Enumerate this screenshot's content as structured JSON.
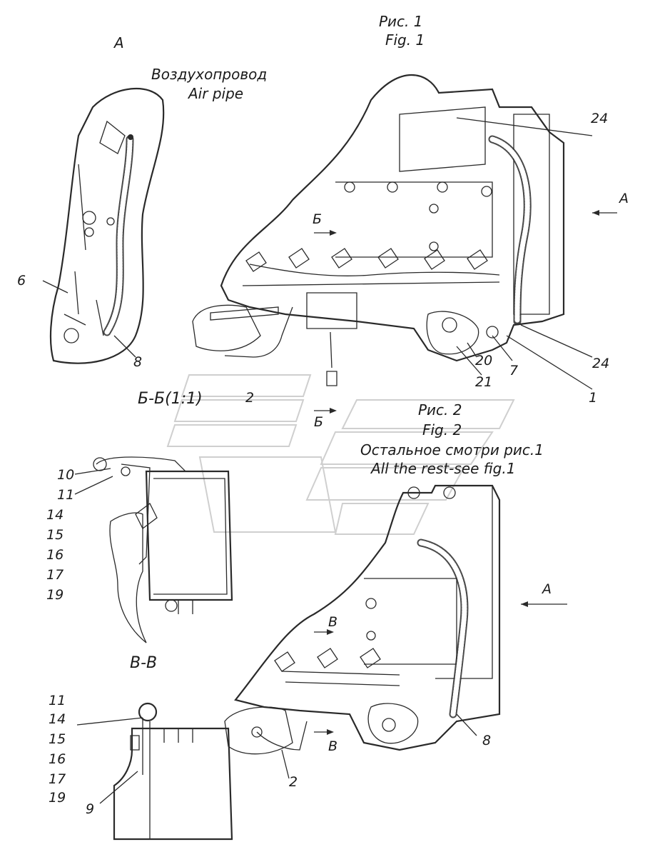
{
  "figure1": {
    "title_ru": "Рис. 1",
    "title_en": "Fig. 1",
    "view_A_marker": "A",
    "section_B_marker_top": "Б",
    "section_B_marker_bottom": "Б",
    "callouts": [
      "24",
      "24",
      "1",
      "7",
      "20",
      "21",
      "2"
    ]
  },
  "view_A": {
    "title": "A",
    "label_ru": "Воздухопровод",
    "label_en": "Air pipe",
    "callouts": [
      "6",
      "8"
    ]
  },
  "section_BB": {
    "title": "Б-Б(1:1)",
    "callouts": [
      "10",
      "11",
      "14",
      "15",
      "16",
      "17",
      "19"
    ]
  },
  "figure2": {
    "title_ru": "Рис. 2",
    "title_en": "Fig. 2",
    "note_ru": "Остальное смотри рис.1",
    "note_en": "All the rest-see fig.1",
    "view_A_marker": "A",
    "section_V_marker_top": "В",
    "section_V_marker_bottom": "В",
    "callouts": [
      "8",
      "2"
    ]
  },
  "section_VV": {
    "title": "В-В",
    "callouts": [
      "11",
      "14",
      "15",
      "16",
      "17",
      "19",
      "9"
    ]
  }
}
